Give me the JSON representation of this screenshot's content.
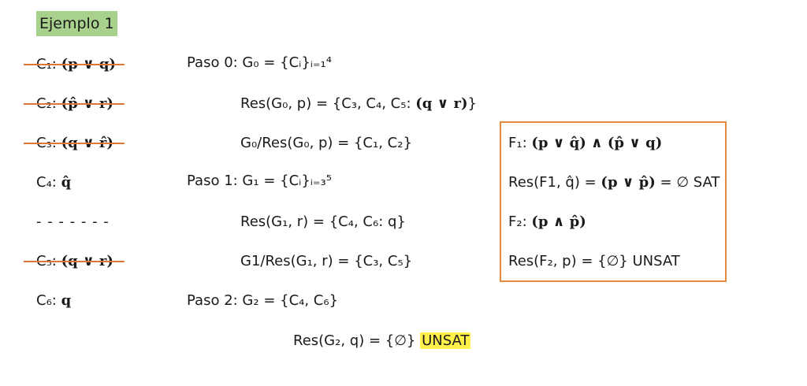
{
  "title": "Ejemplo 1",
  "clauses": {
    "c1": {
      "label": "C₁:",
      "formula": "(p ∨ q)",
      "struck": true
    },
    "c2": {
      "label": "C₂:",
      "formula": "(p̂ ∨ r)",
      "struck": true
    },
    "c3": {
      "label": "C₃:",
      "formula": "(q ∨ r̂)",
      "struck": true
    },
    "c4": {
      "label": "C₄:",
      "formula": "q̂",
      "struck": false
    },
    "separator": "- - - - - - -",
    "c5": {
      "label": "C₅:",
      "formula": "(q ∨ r)",
      "struck": true
    },
    "c6": {
      "label": "C₆:",
      "formula": "q",
      "struck": false
    }
  },
  "steps": {
    "paso0": "Paso 0: G₀ = {Cᵢ}ᵢ₌₁⁴",
    "res_g0_p_prefix": "Res(G₀, p) = {C₃, C₄, C₅:",
    "res_g0_p_formula": "(q ∨ r)",
    "res_g0_p_suffix": "}",
    "g0_div": "G₀/Res(G₀, p) = {C₁, C₂}",
    "paso1": "Paso 1: G₁ = {Cᵢ}ᵢ₌₃⁵",
    "res_g1_r": "Res(G₁, r) = {C₄, C₆: q}",
    "g1_div": "G1/Res(G₁, r) = {C₃, C₅}",
    "paso2": "Paso 2: G₂ = {C₄, C₆}",
    "res_g2_q_prefix": "Res(G₂, q) = {∅}",
    "res_g2_q_highlight": "UNSAT"
  },
  "box": {
    "f1_label": "F₁:",
    "f1_formula": "(p ∨ q̂) ∧ (p̂ ∨ q)",
    "res_f1_prefix": "Res(F1, q̂) =",
    "res_f1_formula": "(p ∨ p̂)",
    "res_f1_suffix": "= ∅ SAT",
    "f2_label": "F₂:",
    "f2_formula": "(p ∧ p̂)",
    "res_f2": "Res(F₂, p) = {∅} UNSAT"
  },
  "colors": {
    "title_bg": "#a9d18e",
    "strike": "#d9783a",
    "box_border": "#e48a3c",
    "highlight": "#fff04a"
  }
}
